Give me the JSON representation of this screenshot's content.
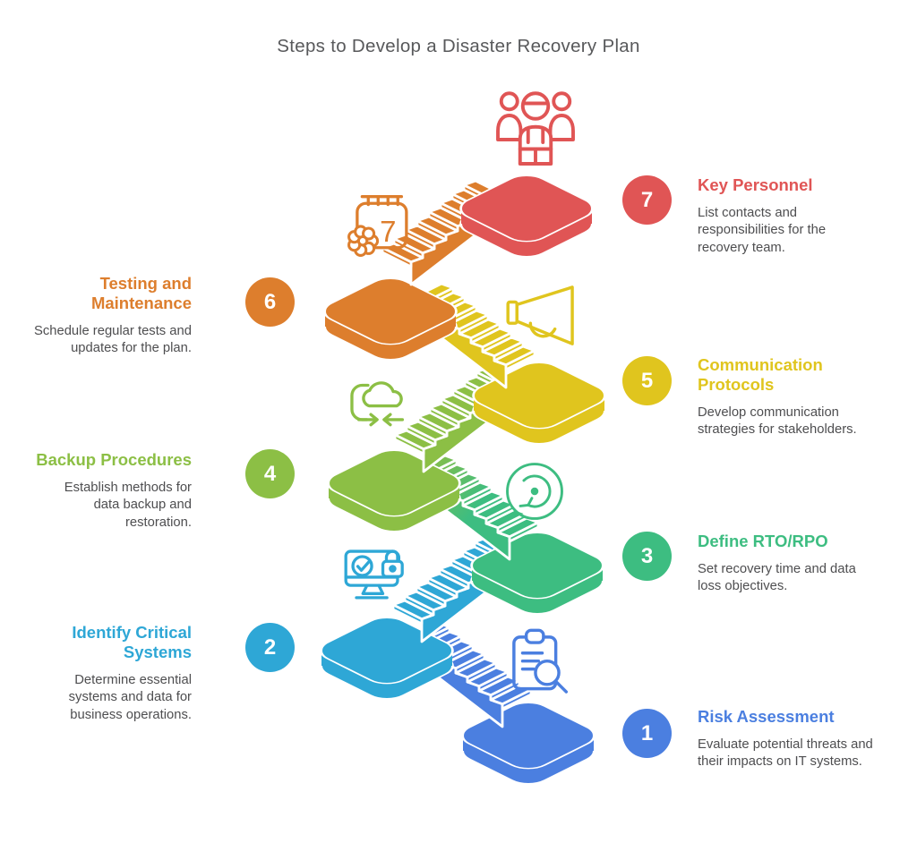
{
  "title": {
    "text": "Steps to Develop a Disaster Recovery Plan",
    "color": "#58595b"
  },
  "text_color": "#4e4e50",
  "background_color": "#ffffff",
  "calendar_day": "7",
  "steps": [
    {
      "num": "1",
      "title": "Risk Assessment",
      "desc": "Evaluate potential threats and their impacts on IT systems.",
      "color": "#4b7fe0",
      "icon": "clipboard-search-icon",
      "side": "right"
    },
    {
      "num": "2",
      "title": "Identify Critical Systems",
      "desc": "Determine essential systems and data for business operations.",
      "color": "#2ea7d6",
      "icon": "monitor-lock-icon",
      "side": "left"
    },
    {
      "num": "3",
      "title": "Define RTO/RPO",
      "desc": "Set recovery time and data loss objectives.",
      "color": "#3dbd81",
      "icon": "restore-icon",
      "side": "right"
    },
    {
      "num": "4",
      "title": "Backup Procedures",
      "desc": "Establish methods for data backup and restoration.",
      "color": "#8cbf45",
      "icon": "cloud-sync-icon",
      "side": "left"
    },
    {
      "num": "5",
      "title": "Communication Protocols",
      "desc": "Develop communication strategies for stakeholders.",
      "color": "#e0c51e",
      "icon": "megaphone-icon",
      "side": "right"
    },
    {
      "num": "6",
      "title": "Testing and Maintenance",
      "desc": "Schedule regular tests and updates for the plan.",
      "color": "#dd7e2d",
      "icon": "calendar-gear-icon",
      "side": "left"
    },
    {
      "num": "7",
      "title": "Key Personnel",
      "desc": "List contacts and responsibilities for the recovery team.",
      "color": "#e05555",
      "icon": "team-icon",
      "side": "right"
    }
  ]
}
